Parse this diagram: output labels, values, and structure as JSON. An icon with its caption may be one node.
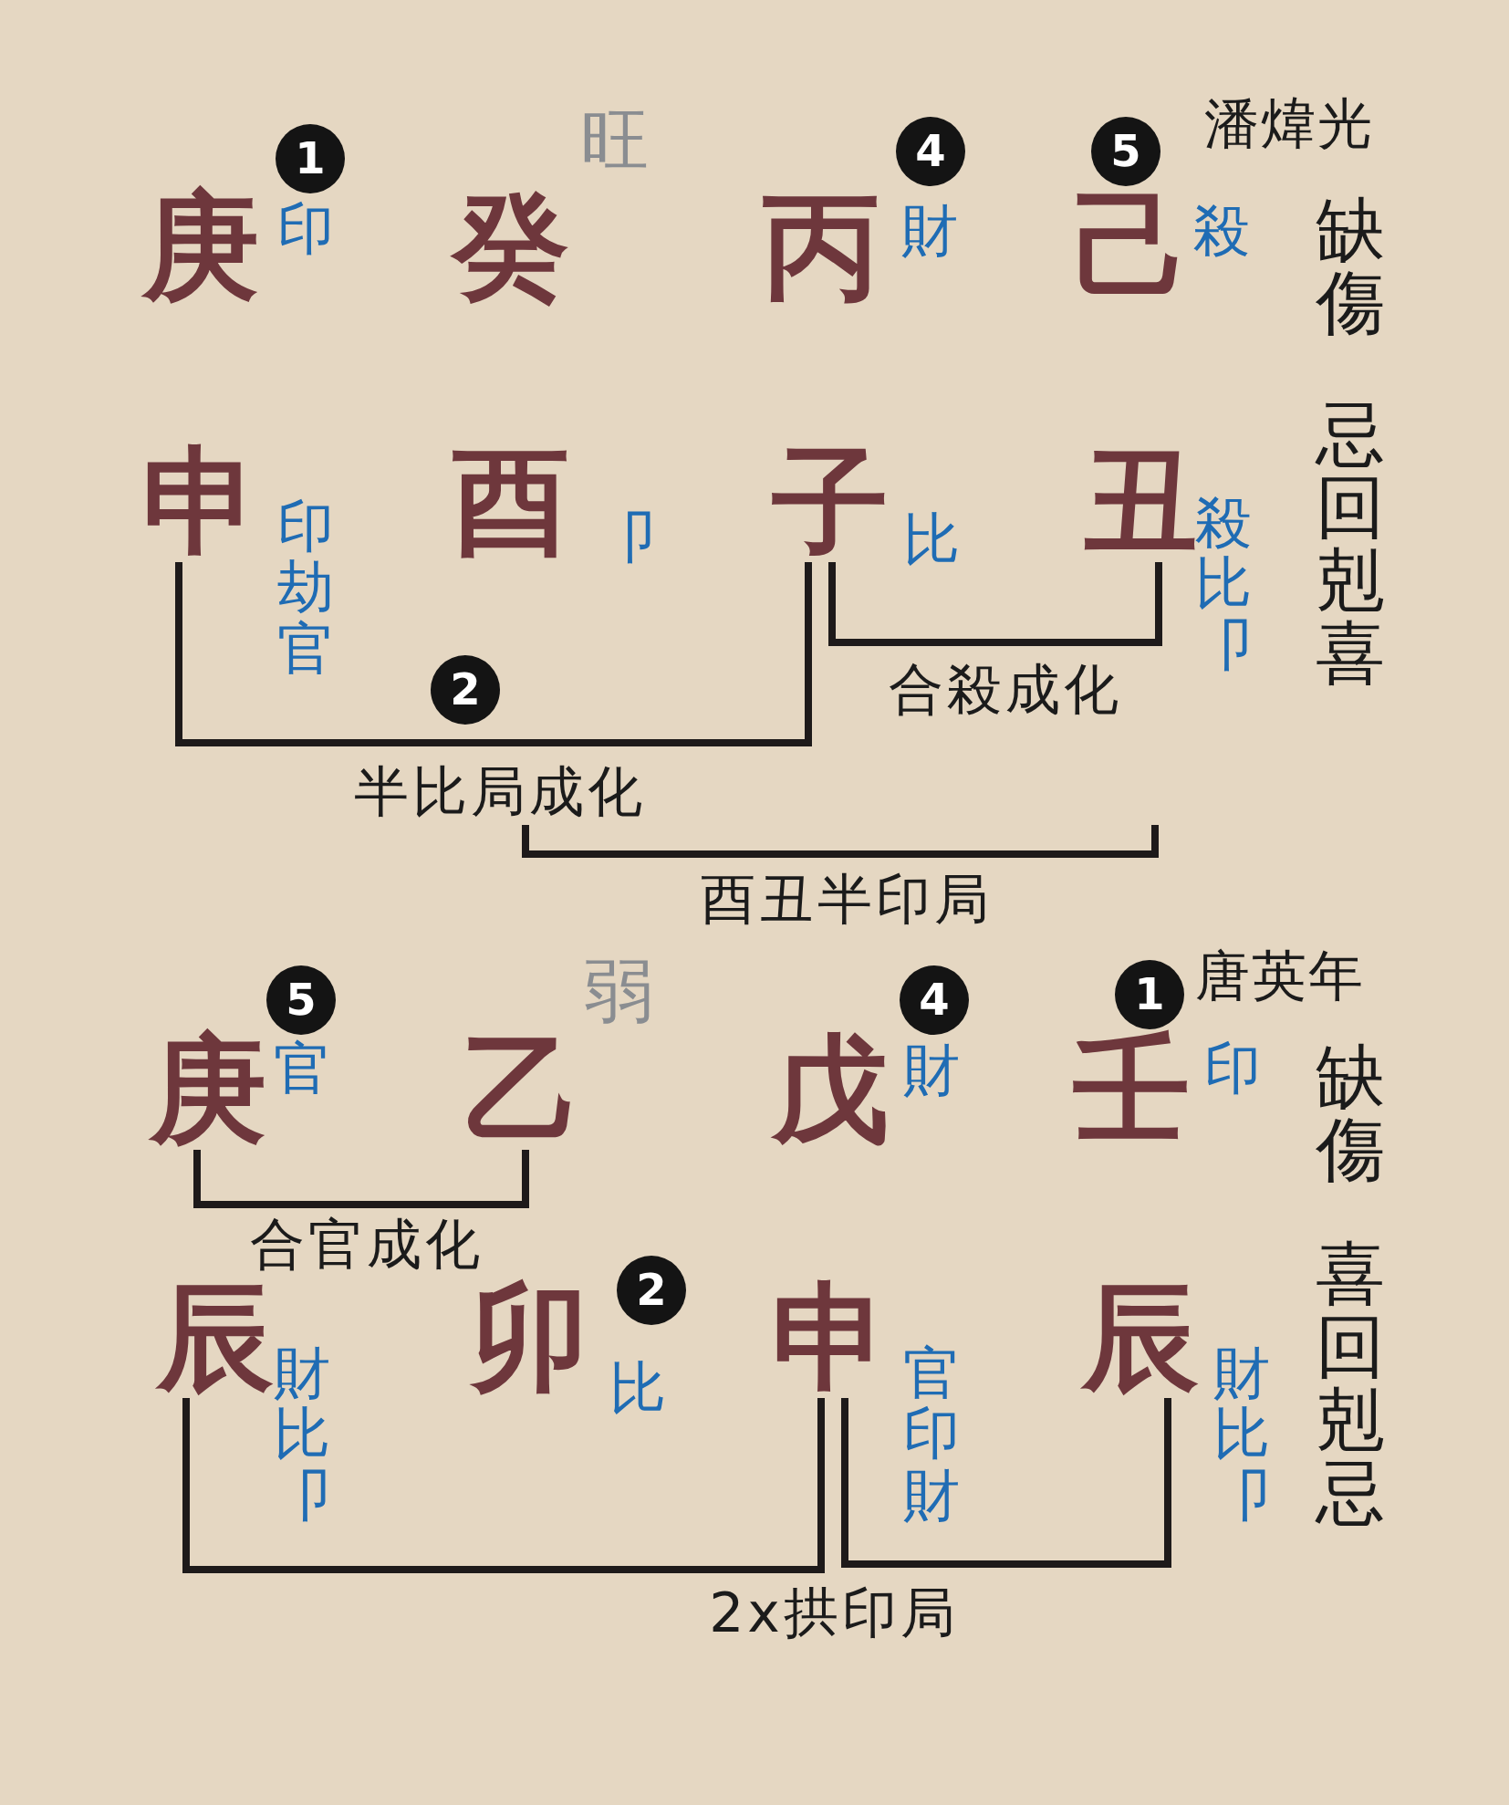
{
  "diagram": {
    "nodes": [
      {
        "text": [
          "1"
        ]
      },
      {
        "text": [
          "4"
        ]
      },
      {
        "text": [
          "5"
        ]
      },
      {
        "text": [
          "庚"
        ],
        "beside": [
          "印"
        ]
      },
      {
        "text": [
          "癸"
        ]
      },
      {
        "text": [
          "丙"
        ],
        "beside": [
          "財"
        ]
      },
      {
        "text": [
          "己"
        ],
        "beside": [
          "殺"
        ]
      },
      {
        "text": [
          "申"
        ],
        "beside": [
          "印劫官"
        ]
      },
      {
        "text": [
          "酉"
        ],
        "beside": [
          "卩"
        ]
      },
      {
        "text": [
          "子"
        ],
        "beside": [
          "比"
        ]
      },
      {
        "text": [
          "丑"
        ],
        "beside": [
          "殺比卩"
        ]
      },
      {
        "text": [
          "2"
        ]
      },
      {
        "text": [
          "5"
        ]
      },
      {
        "text": [
          "4"
        ]
      },
      {
        "text": [
          "1"
        ]
      },
      {
        "text": [
          "庚"
        ],
        "beside": [
          "官"
        ]
      },
      {
        "text": [
          "乙"
        ]
      },
      {
        "text": [
          "戊"
        ],
        "beside": [
          "財"
        ]
      },
      {
        "text": [
          "壬"
        ],
        "beside": [
          "印"
        ]
      },
      {
        "text": [
          "辰"
        ],
        "beside": [
          "財比卩"
        ]
      },
      {
        "text": [
          "卯"
        ],
        "beside": [
          "比"
        ]
      },
      {
        "text": [
          "2"
        ]
      },
      {
        "text": [
          "申"
        ],
        "beside": [
          "官印財"
        ]
      },
      {
        "text": [
          "辰"
        ],
        "beside": [
          "財比卩"
        ]
      }
    ],
    "edges": [
      {
        "from": 7,
        "to": 9,
        "arrow": "none",
        "label": "半比局成化"
      },
      {
        "from": 9,
        "to": 10,
        "arrow": "none",
        "label": "合殺成化"
      },
      {
        "from": 15,
        "to": 16,
        "arrow": "none",
        "label": "合官成化"
      },
      {
        "from": 19,
        "to": 22,
        "arrow": "none"
      },
      {
        "from": 22,
        "to": 23,
        "arrow": "none"
      }
    ],
    "labels": [
      "潘煒光",
      "旺",
      "缺傷",
      "忌回剋喜",
      "酉丑半印局",
      "唐英年",
      "弱",
      "缺傷",
      "喜回剋忌",
      "2x拱印局"
    ]
  }
}
